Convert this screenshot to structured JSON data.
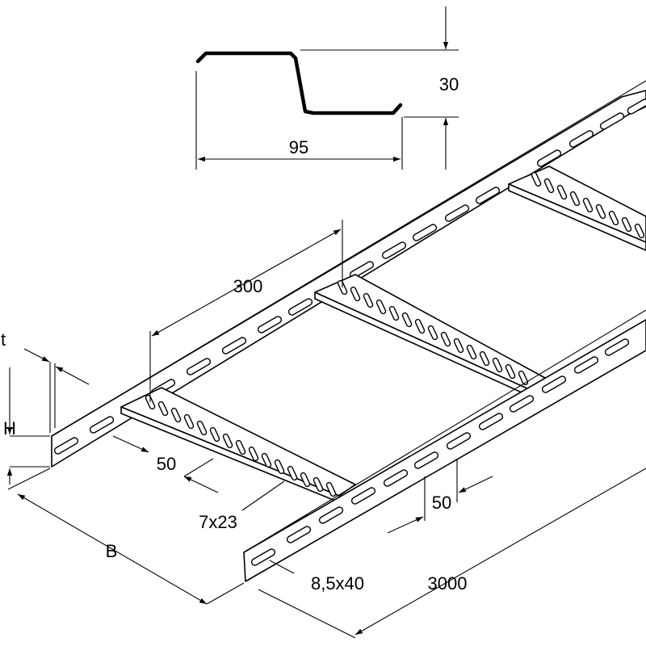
{
  "diagram": {
    "profile": {
      "width_label": "95",
      "height_label": "30"
    },
    "ladder": {
      "rung_spacing_label": "300",
      "rung_slot_spacing_label": "50",
      "rail_slot_spacing_label": "50",
      "rung_slot_size_label": "7x23",
      "rail_slot_size_label": "8,5x40",
      "length_label": "3000",
      "width_label": "B",
      "height_label": "H",
      "thickness_label": "t"
    },
    "colors": {
      "line": "#000000",
      "background": "#ffffff"
    }
  }
}
